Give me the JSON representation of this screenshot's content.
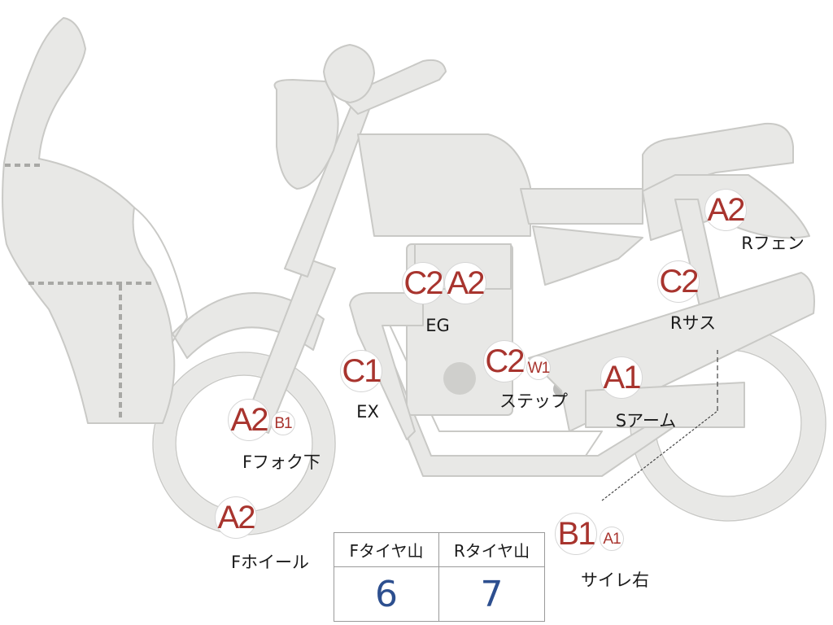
{
  "colors": {
    "body_fill": "#e8e8e6",
    "outline": "#c9c9c6",
    "grade_text": "#a8342e",
    "tire_value": "#2d4f8f"
  },
  "points": {
    "rear_fender": {
      "grade": "A2",
      "label": "Rフェン"
    },
    "engine": {
      "grades": [
        "C2",
        "A2"
      ],
      "label": "EG"
    },
    "rear_suspension": {
      "grade": "C2",
      "label": "Rサス"
    },
    "exhaust": {
      "grade": "C1",
      "label": "EX"
    },
    "step": {
      "grades": [
        "C2",
        "W1"
      ],
      "label": "ステップ"
    },
    "swing_arm": {
      "grade": "A1",
      "label": "Sアーム"
    },
    "front_fork_lower": {
      "grades": [
        "A2",
        "B1"
      ],
      "label": "Fフォク下"
    },
    "front_wheel": {
      "grade": "A2",
      "label": "Fホイール"
    },
    "silencer_right": {
      "grades": [
        "B1",
        "A1"
      ],
      "label": "サイレ右"
    }
  },
  "tire_table": {
    "headers": [
      "Fタイヤ山",
      "Rタイヤ山"
    ],
    "values": [
      "6",
      "7"
    ]
  }
}
